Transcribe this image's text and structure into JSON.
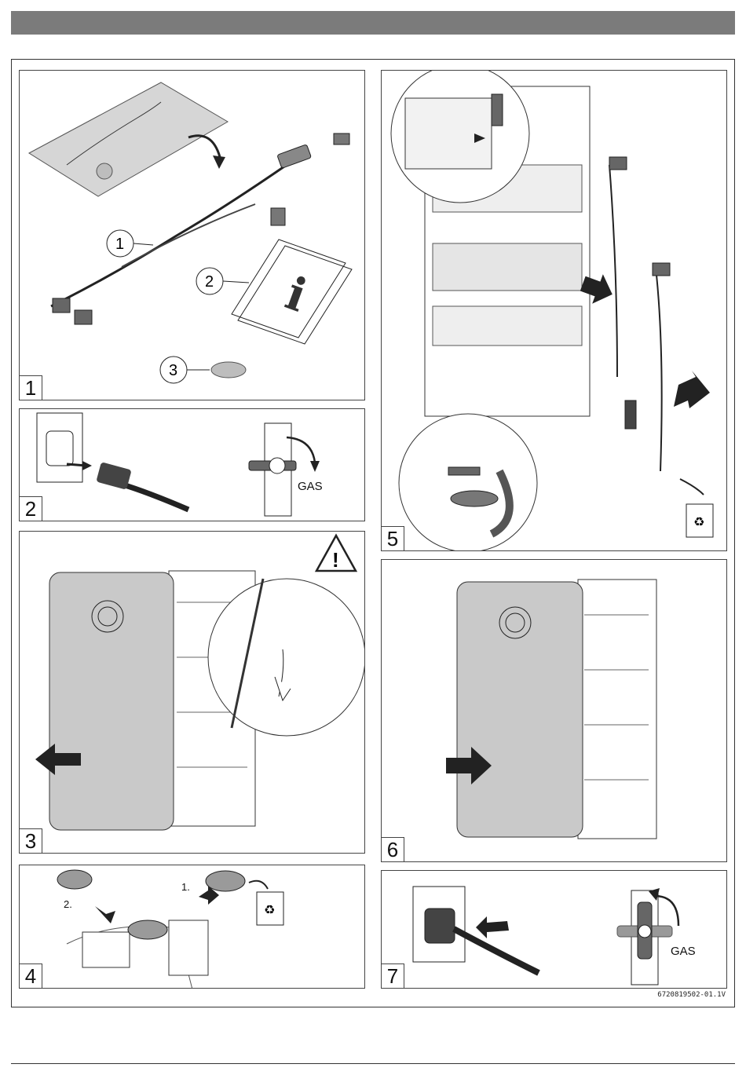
{
  "steps": [
    {
      "number": "1",
      "callouts": [
        "1",
        "2",
        "3"
      ]
    },
    {
      "number": "2",
      "gas_label": "GAS"
    },
    {
      "number": "3"
    },
    {
      "number": "4",
      "order_labels": [
        "1.",
        "2."
      ]
    },
    {
      "number": "5"
    },
    {
      "number": "6"
    },
    {
      "number": "7",
      "gas_label": "GAS"
    }
  ],
  "document_code": "6720819502-01.1V",
  "icons": [
    "warning-triangle-icon",
    "recycle-bin-icon",
    "info-booklet-icon",
    "power-outlet-icon",
    "gas-valve-icon"
  ],
  "colors": {
    "header_bar": "#7b7b7b",
    "cover_grey": "#c9c9c9",
    "line": "#222222"
  }
}
